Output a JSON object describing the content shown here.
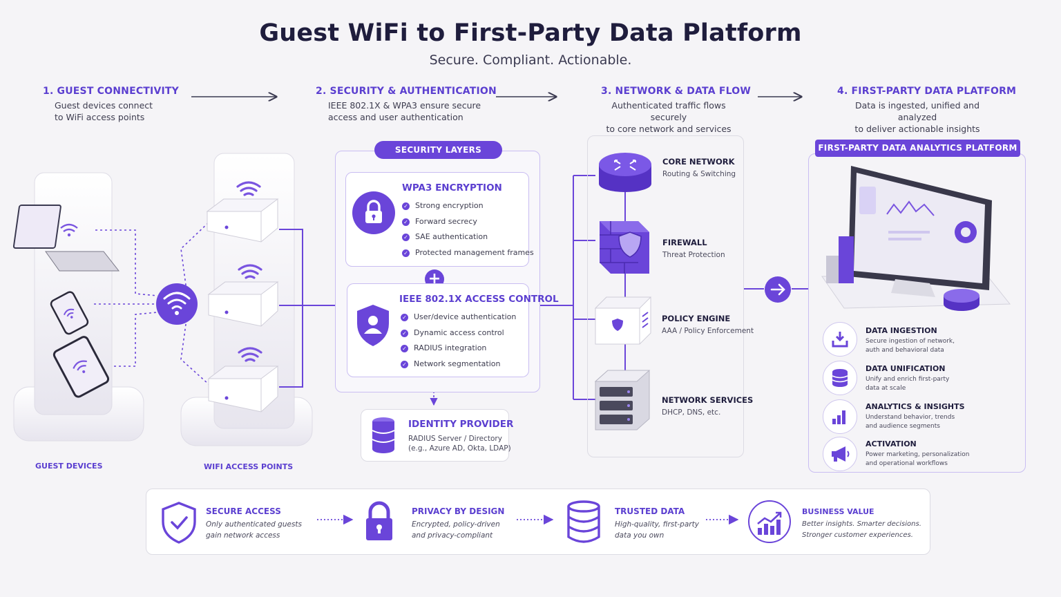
{
  "title": "Guest WiFi to First-Party Data Platform",
  "subtitle": "Secure. Compliant. Actionable.",
  "steps": [
    {
      "heading": "1. GUEST CONNECTIVITY",
      "desc1": "Guest devices connect",
      "desc2": "to WiFi access points"
    },
    {
      "heading": "2. SECURITY & AUTHENTICATION",
      "desc1": "IEEE 802.1X & WPA3 ensure secure",
      "desc2": "access and user authentication"
    },
    {
      "heading": "3. NETWORK & DATA FLOW",
      "desc1": "Authenticated traffic flows securely",
      "desc2": "to core network and services"
    },
    {
      "heading": "4. FIRST-PARTY DATA PLATFORM",
      "desc1": "Data is ingested, unified and analyzed",
      "desc2": "to deliver actionable insights"
    }
  ],
  "guest_devices_label": "GUEST DEVICES",
  "access_points_label": "WIFI ACCESS POINTS",
  "security": {
    "pill": "SECURITY LAYERS",
    "wpa3": {
      "title": "WPA3 ENCRYPTION",
      "items": [
        "Strong encryption",
        "Forward secrecy",
        "SAE authentication",
        "Protected management frames"
      ]
    },
    "ieee": {
      "title": "IEEE 802.1X ACCESS CONTROL",
      "items": [
        "User/device authentication",
        "Dynamic access control",
        "RADIUS integration",
        "Network segmentation"
      ]
    },
    "plus": "+"
  },
  "identity": {
    "title": "IDENTITY PROVIDER",
    "line1": "RADIUS Server / Directory",
    "line2": "(e.g., Azure AD, Okta, LDAP)"
  },
  "network": [
    {
      "title": "CORE NETWORK",
      "desc": "Routing & Switching"
    },
    {
      "title": "FIREWALL",
      "desc": "Threat Protection"
    },
    {
      "title": "POLICY ENGINE",
      "desc": "AAA / Policy Enforcement"
    },
    {
      "title": "NETWORK SERVICES",
      "desc": "DHCP, DNS, etc."
    }
  ],
  "platform": {
    "pill": "FIRST-PARTY DATA ANALYTICS PLATFORM",
    "features": [
      {
        "title": "DATA INGESTION",
        "line1": "Secure ingestion of network,",
        "line2": "auth and behavioral data"
      },
      {
        "title": "DATA UNIFICATION",
        "line1": "Unify and enrich first-party",
        "line2": "data at scale"
      },
      {
        "title": "ANALYTICS & INSIGHTS",
        "line1": "Understand behavior, trends",
        "line2": "and audience segments"
      },
      {
        "title": "ACTIVATION",
        "line1": "Power marketing, personalization",
        "line2": "and operational workflows"
      }
    ]
  },
  "bottom": [
    {
      "title": "SECURE ACCESS",
      "line1": "Only authenticated guests",
      "line2": "gain network access"
    },
    {
      "title": "PRIVACY BY DESIGN",
      "line1": "Encrypted, policy-driven",
      "line2": "and privacy-compliant"
    },
    {
      "title": "TRUSTED DATA",
      "line1": "High-quality, first-party",
      "line2": "data you own"
    },
    {
      "title": "BUSINESS VALUE",
      "line1": "Better insights. Smarter decisions.",
      "line2": "Stronger customer experiences."
    }
  ],
  "colors": {
    "accent": "#6a45d9",
    "title": "#1f1d3d",
    "panel_border": "#c9bdf2"
  }
}
